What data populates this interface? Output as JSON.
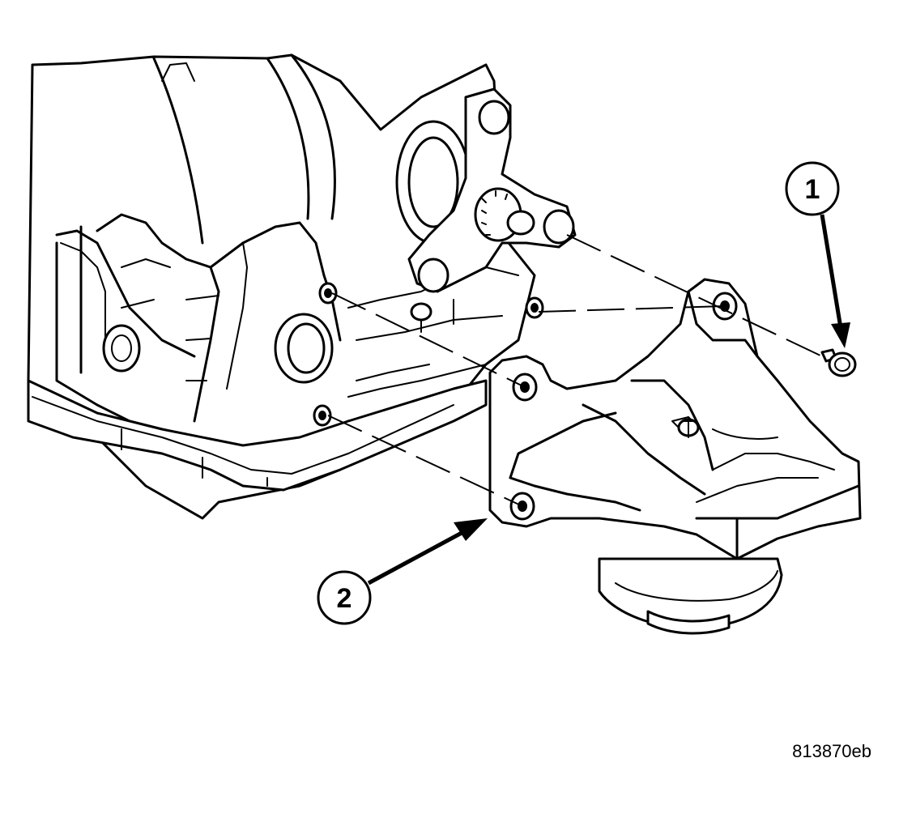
{
  "callouts": [
    {
      "number": "1",
      "target": "bolt"
    },
    {
      "number": "2",
      "target": "mount-bracket"
    }
  ],
  "figure_id": "813870eb"
}
